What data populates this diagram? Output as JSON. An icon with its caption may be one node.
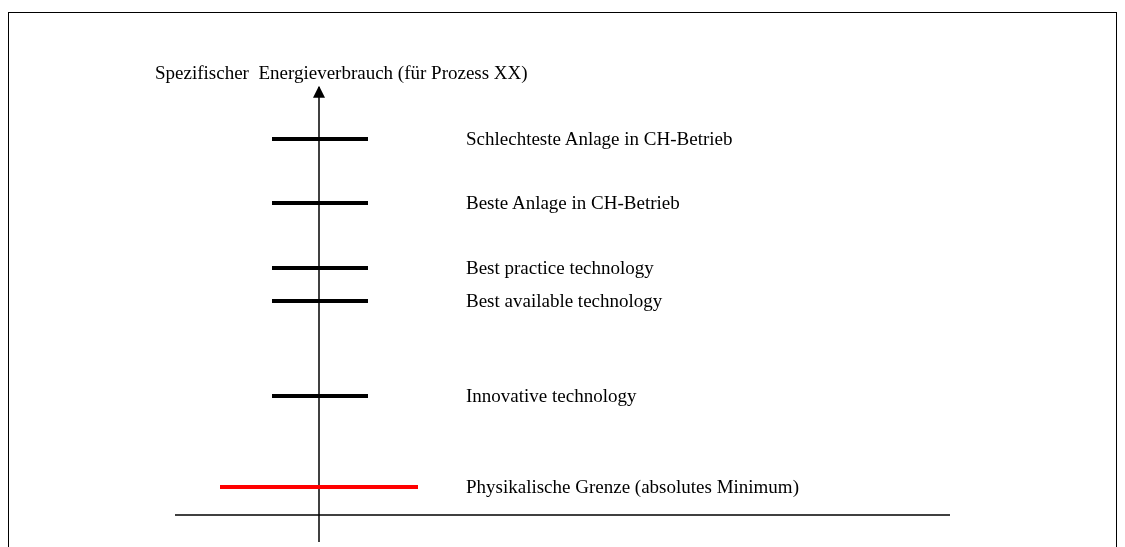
{
  "diagram": {
    "labels": [
      "Spezifischer  Energieverbrauch (für Prozess XX)",
      "Schlechteste Anlage in CH-Betrieb",
      "Beste Anlage in CH-Betrieb",
      "Best practice technology",
      "Best available technology",
      "Innovative technology",
      "Physikalische Grenze (absolutes Minimum)"
    ]
  }
}
